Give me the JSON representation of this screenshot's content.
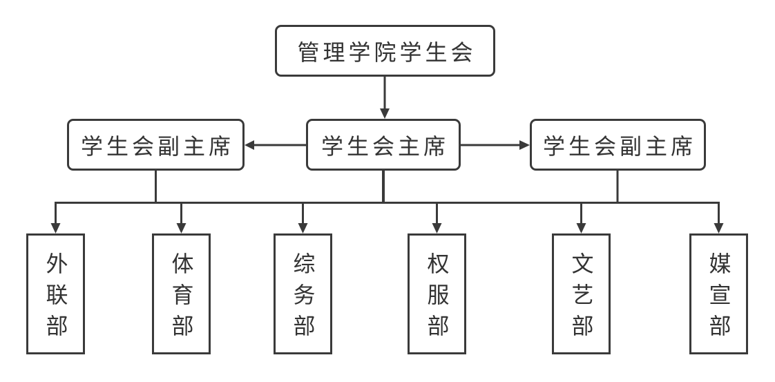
{
  "org_chart": {
    "root": {
      "label": "管理学院学生会"
    },
    "president": {
      "label": "学生会主席"
    },
    "vice_presidents": [
      {
        "label": "学生会副主席"
      },
      {
        "label": "学生会副主席"
      }
    ],
    "departments": [
      {
        "label": "外联部"
      },
      {
        "label": "体育部"
      },
      {
        "label": "综务部"
      },
      {
        "label": "权服部"
      },
      {
        "label": "文艺部"
      },
      {
        "label": "媒宣部"
      }
    ],
    "colors": {
      "line": "#3a3a3a",
      "text": "#333333",
      "box_background": "#ffffff",
      "page_background": "#ffffff"
    }
  }
}
